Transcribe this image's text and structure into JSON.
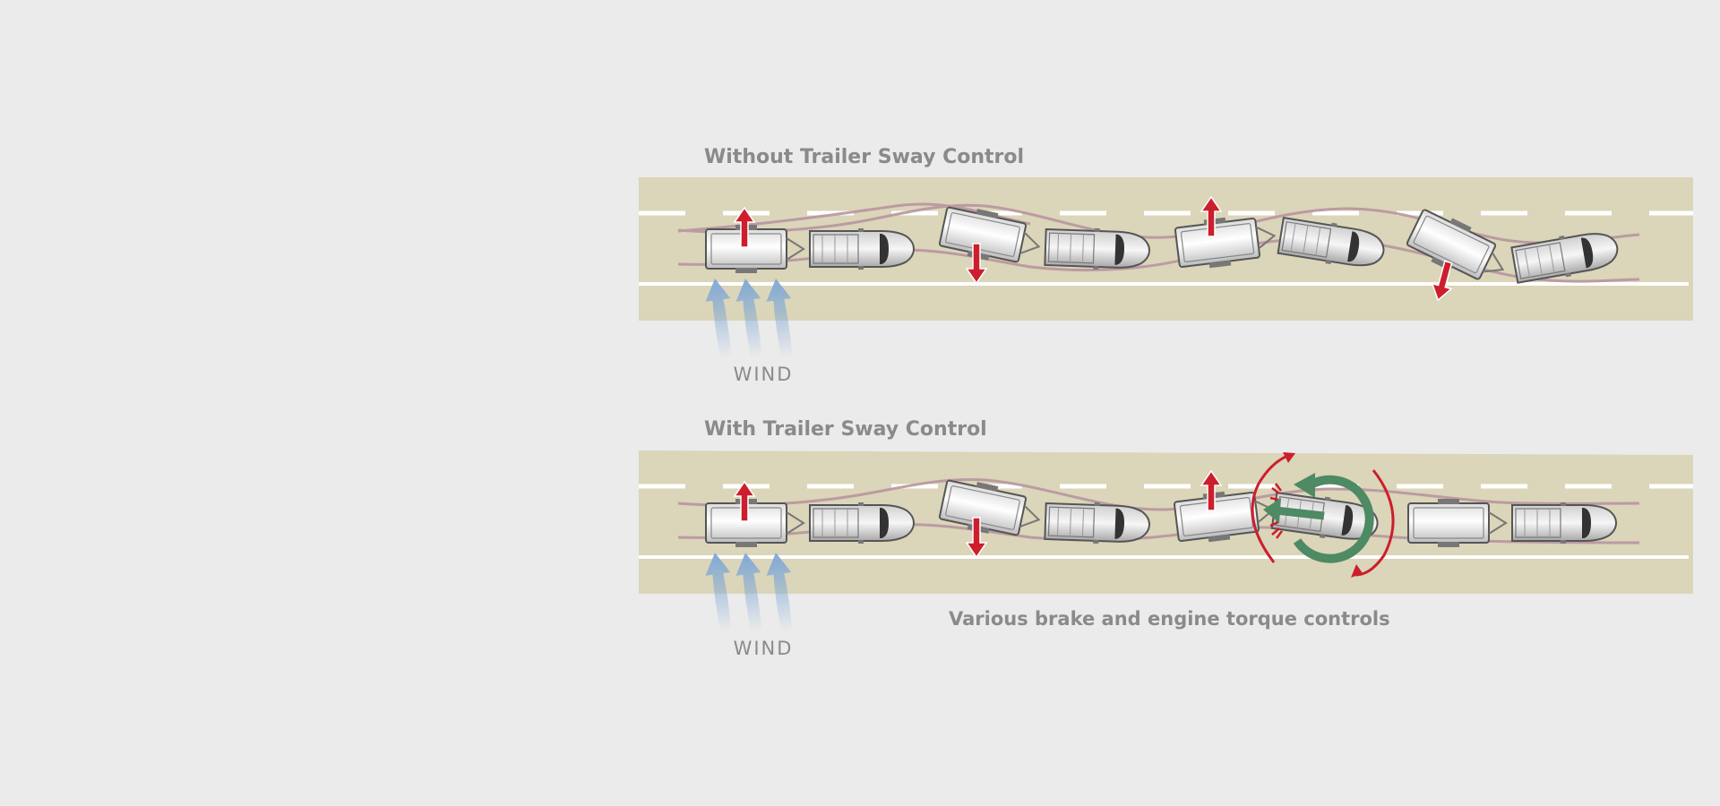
{
  "top": {
    "title": "Without Trailer Sway Control",
    "wind_label": "WIND"
  },
  "bottom": {
    "title": "With Trailer Sway Control",
    "wind_label": "WIND",
    "caption": "Various brake and engine torque controls"
  },
  "colors": {
    "background": "#ebebeb",
    "road": "#dbd5b9",
    "lane_marking": "#ffffff",
    "sway_path": "#b895a0",
    "sway_arrow": "#cc1e2c",
    "correction_arrow": "#4e8a63",
    "wind_arrow": "#7fa8d6",
    "text": "#8a8a8a"
  },
  "icons": [
    "red-sway-arrow-icon",
    "wind-arrow-icon",
    "green-rotation-arrow-icon",
    "brake-burst-icon",
    "truck-icon",
    "trailer-icon"
  ]
}
